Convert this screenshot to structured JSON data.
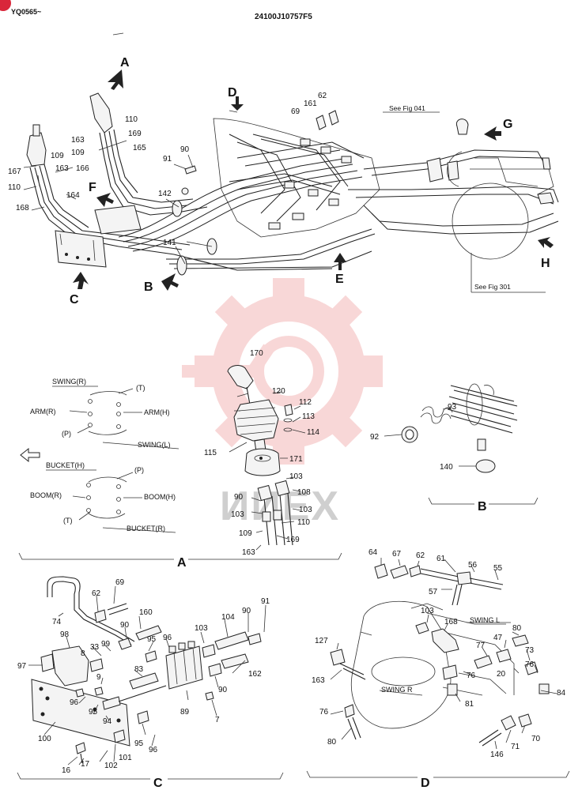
{
  "header": {
    "corner_code": "YQ0565~",
    "drawing_number": "24100J10757F5"
  },
  "watermark": {
    "text": "ИИЕХ",
    "gear_color": "#f4b8b8",
    "text_color": "#cfcfcf"
  },
  "main_view": {
    "view_arrows": [
      "A",
      "B",
      "C",
      "D",
      "E",
      "F",
      "G",
      "H"
    ],
    "references": [
      "See Fig 041",
      "See Fig 301"
    ],
    "part_labels": [
      "110",
      "169",
      "163",
      "109",
      "165",
      "166",
      "167",
      "163",
      "109",
      "110",
      "164",
      "168",
      "91",
      "90",
      "142",
      "141",
      "69",
      "161",
      "62"
    ]
  },
  "view_a": {
    "title": "A",
    "patterns": {
      "swing_arm": {
        "header": "SWING(R)",
        "left_top": "ARM(R)",
        "right_top": "ARM(H)",
        "port_t": "(T)",
        "port_p": "(P)",
        "footer": "SWING(L)"
      },
      "bucket_boom": {
        "header": "BUCKET(H)",
        "left_top": "BOOM(R)",
        "right_top": "BOOM(H)",
        "port_p": "(P)",
        "port_t": "(T)",
        "footer": "BUCKET(R)"
      }
    },
    "arrow_icon": "left-arrow-icon",
    "part_labels": [
      "170",
      "120",
      "112",
      "113",
      "114",
      "115",
      "171",
      "103",
      "108",
      "90",
      "103",
      "103",
      "109",
      "110",
      "169",
      "163"
    ]
  },
  "view_b": {
    "title": "B",
    "part_labels": [
      "93",
      "92",
      "140"
    ]
  },
  "view_c": {
    "title": "C",
    "part_labels": [
      "69",
      "62",
      "74",
      "98",
      "160",
      "90",
      "8",
      "33",
      "99",
      "95",
      "96",
      "103",
      "104",
      "90",
      "91",
      "97",
      "83",
      "9",
      "96",
      "95",
      "94",
      "89",
      "90",
      "162",
      "7",
      "100",
      "95",
      "96",
      "101",
      "102",
      "16",
      "17"
    ]
  },
  "view_d": {
    "title": "D",
    "swing_l": "SWING L",
    "swing_r": "SWING R",
    "part_labels": [
      "64",
      "67",
      "62",
      "61",
      "56",
      "55",
      "57",
      "103",
      "168",
      "80",
      "47",
      "77",
      "73",
      "127",
      "20",
      "76",
      "76",
      "163",
      "84",
      "81",
      "76",
      "80",
      "71",
      "70",
      "146"
    ]
  }
}
